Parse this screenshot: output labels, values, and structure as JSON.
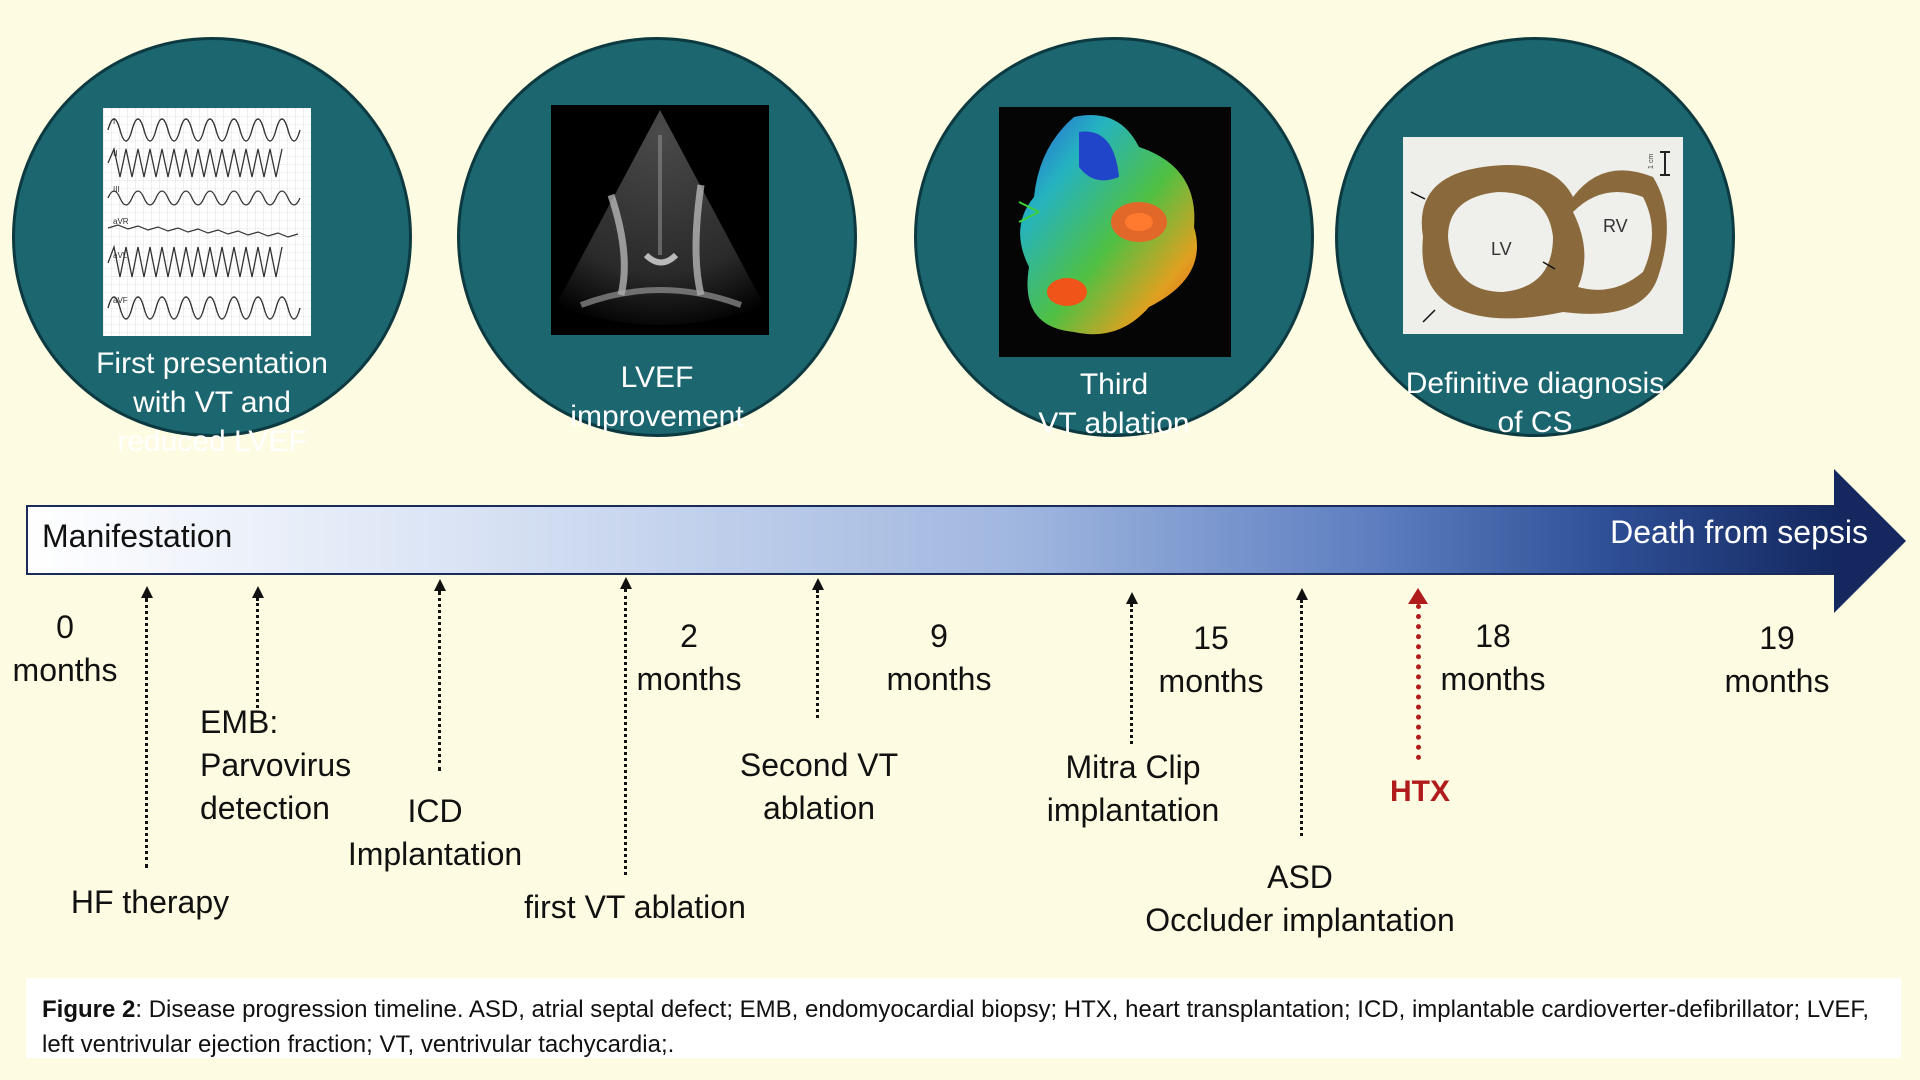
{
  "circles": [
    {
      "caption": "First presentation\nwith VT and\nreduced LVEF",
      "image": "ecg-tracing"
    },
    {
      "caption": "LVEF\nimprovement",
      "image": "echocardiogram"
    },
    {
      "caption": "Third\nVT ablation",
      "image": "electroanatomic-map"
    },
    {
      "caption": "Definitive diagnosis\nof CS",
      "image": "heart-specimen",
      "labels": {
        "lv": "LV",
        "rv": "RV",
        "scale": "1 cm"
      }
    }
  ],
  "ecg_leads": [
    "I",
    "II",
    "III",
    "aVR",
    "aVL",
    "aVF"
  ],
  "timeline": {
    "start_label": "Manifestation",
    "end_label": "Death from sepsis"
  },
  "months": [
    "0\nmonths",
    "2\nmonths",
    "9\nmonths",
    "15\nmonths",
    "18\nmonths",
    "19\nmonths"
  ],
  "events": [
    {
      "label": "HF therapy"
    },
    {
      "label": "EMB:\nParvovirus\ndetection"
    },
    {
      "label": "ICD\nImplantation"
    },
    {
      "label": "first VT ablation"
    },
    {
      "label": "Second VT\nablation"
    },
    {
      "label": "Mitra Clip\nimplantation"
    },
    {
      "label": "ASD\nOccluder implantation"
    },
    {
      "label": "HTX",
      "highlight": true
    }
  ],
  "caption": {
    "bold": "Figure 2",
    "text": ": Disease progression timeline. ASD, atrial septal defect; EMB, endomyocardial biopsy; HTX, heart transplantation; ICD, implantable cardioverter-defibrillator; LVEF, left ventrivular ejection fraction; VT, ventrivular tachycardia;."
  },
  "colors": {
    "background": "#fdfbe1",
    "circle": "#1c6670",
    "arrow_dark": "#14285f",
    "highlight": "#b01c1c"
  }
}
